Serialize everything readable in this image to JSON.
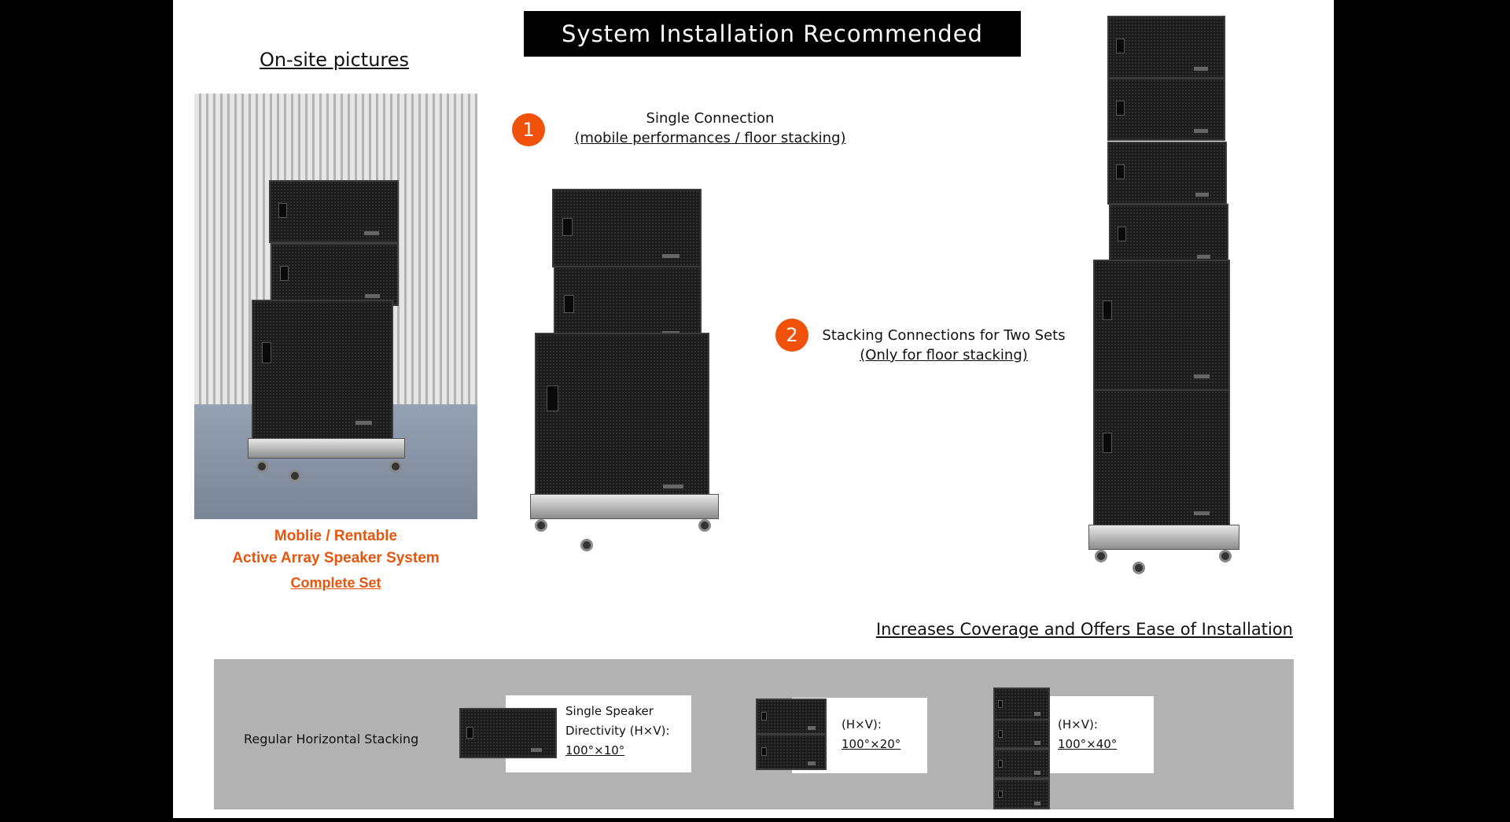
{
  "header": {
    "title": "System Installation Recommended"
  },
  "onsite": {
    "title": "On-site pictures",
    "caption_line1": "Moblie / Rentable",
    "caption_line2": "Active Array Speaker System",
    "caption_line3": "Complete Set"
  },
  "option1": {
    "number": "1",
    "title": "Single Connection",
    "subtitle": "(mobile performances / floor stacking)"
  },
  "option2": {
    "number": "2",
    "title": "Stacking Connections for Two Sets",
    "subtitle": "(Only for floor stacking)"
  },
  "coverage": {
    "title": "Increases Coverage and Offers Ease of Installation",
    "row_label": "Regular Horizontal Stacking",
    "configs": [
      {
        "label_line1": "Single Speaker",
        "label_line2": "Directivity (H×V):",
        "value": "100°×10°"
      },
      {
        "label_line1": "",
        "label_line2": "(H×V):",
        "value": "100°×20°"
      },
      {
        "label_line1": "",
        "label_line2": "(H×V):",
        "value": "100°×40°"
      }
    ]
  },
  "colors": {
    "accent": "#f0520c",
    "caption": "#e8550f",
    "band": "#b2b2b2"
  }
}
